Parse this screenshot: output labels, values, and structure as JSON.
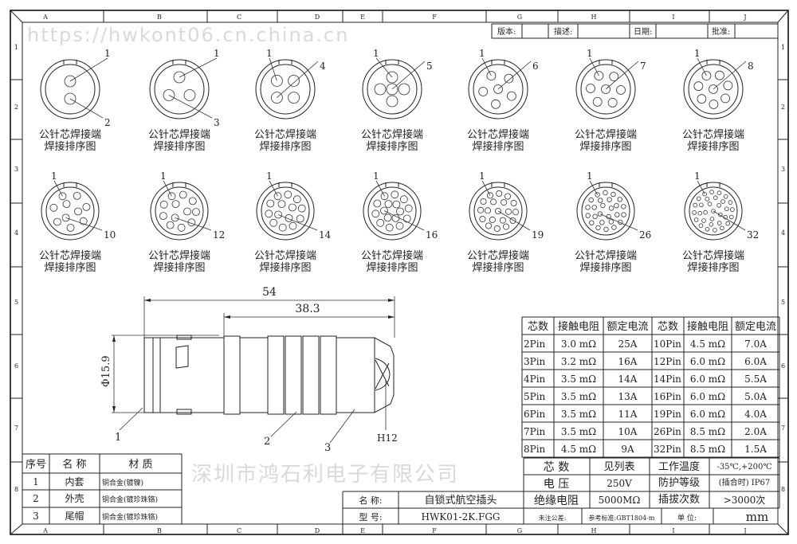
{
  "frame": {
    "columns": [
      "A",
      "B",
      "C",
      "D",
      "E",
      "F",
      "G",
      "H",
      "I",
      "J"
    ],
    "rows": [
      "1",
      "2",
      "3",
      "4",
      "5",
      "6",
      "7",
      "8"
    ]
  },
  "header": {
    "version_label": "版本:",
    "description_label": "描述:",
    "date_label": "日期:",
    "approve_label": "批准:"
  },
  "pin_diagrams": {
    "caption_line1": "公针芯焊接端",
    "caption_line2": "焊接排序图",
    "items": [
      {
        "pins": 2,
        "first": "1",
        "last": "2"
      },
      {
        "pins": 3,
        "first": "1",
        "last": "3"
      },
      {
        "pins": 4,
        "first": "1",
        "last": "4"
      },
      {
        "pins": 5,
        "first": "1",
        "last": "5"
      },
      {
        "pins": 6,
        "first": "1",
        "last": "6"
      },
      {
        "pins": 7,
        "first": "1",
        "last": "7"
      },
      {
        "pins": 8,
        "first": "1",
        "last": "8"
      },
      {
        "pins": 10,
        "first": "1",
        "last": "10"
      },
      {
        "pins": 12,
        "first": "1",
        "last": "12"
      },
      {
        "pins": 14,
        "first": "1",
        "last": "14"
      },
      {
        "pins": 16,
        "first": "1",
        "last": "16"
      },
      {
        "pins": 19,
        "first": "1",
        "last": "19"
      },
      {
        "pins": 26,
        "first": "1",
        "last": "26"
      },
      {
        "pins": 32,
        "first": "1",
        "last": "32"
      }
    ]
  },
  "side_view": {
    "overall_length": "54",
    "body_length": "38.3",
    "diameter": "Φ15.9",
    "callout_1": "1",
    "callout_2": "2",
    "callout_3": "3",
    "callout_h12": "H12"
  },
  "spec_table": {
    "headers": [
      "芯数",
      "接触电阻",
      "额定电流",
      "芯数",
      "接触电阻",
      "额定电流"
    ],
    "rows": [
      [
        "2Pin",
        "3.0 mΩ",
        "25A",
        "10Pin",
        "4.5 mΩ",
        "7.0A"
      ],
      [
        "3Pin",
        "3.2 mΩ",
        "16A",
        "12Pin",
        "6.0 mΩ",
        "6.0A"
      ],
      [
        "4Pin",
        "3.5 mΩ",
        "14A",
        "14Pin",
        "6.0 mΩ",
        "5.5A"
      ],
      [
        "5Pin",
        "3.5 mΩ",
        "13A",
        "16Pin",
        "6.0 mΩ",
        "5.0A"
      ],
      [
        "6Pin",
        "3.5 mΩ",
        "11A",
        "19Pin",
        "6.0 mΩ",
        "4.0A"
      ],
      [
        "7Pin",
        "3.5 mΩ",
        "10A",
        "26Pin",
        "8.5 mΩ",
        "2.0A"
      ],
      [
        "8Pin",
        "4.5 mΩ",
        "9A",
        "32Pin",
        "8.5 mΩ",
        "1.5A"
      ]
    ]
  },
  "properties": {
    "cores_label": "芯 数",
    "cores_value": "见列表",
    "temp_label": "工作温度",
    "temp_value": "-35℃,+200℃",
    "voltage_label": "电 压",
    "voltage_value": "250V",
    "protection_label": "防护等级",
    "protection_value": "(插合时) IP67",
    "insulation_label": "绝缘电阻",
    "insulation_value": "5000MΩ",
    "cycles_label": "插拔次数",
    "cycles_value": ">3000次"
  },
  "title_block": {
    "name_label": "名 称:",
    "name_value": "自锁式航空插头",
    "model_label": "型 号:",
    "model_value": "HWK01-2K.FGG",
    "tolerance_label": "未注公差:",
    "standard_label": "参考标准:GBT1804-m",
    "unit_label": "单 位:",
    "unit_value": "mm"
  },
  "parts_table": {
    "headers": [
      "序号",
      "名 称",
      "材 质"
    ],
    "rows": [
      [
        "1",
        "内套",
        "铜合金(镀镍)"
      ],
      [
        "2",
        "外壳",
        "铜合金(镀珍珠铬)"
      ],
      [
        "3",
        "尾帽",
        "铜合金(镀珍珠铬)"
      ]
    ]
  },
  "watermark": {
    "company": "深圳市鸿石利电子有限公司",
    "url": "https://hwkont06.cn.china.cn"
  }
}
